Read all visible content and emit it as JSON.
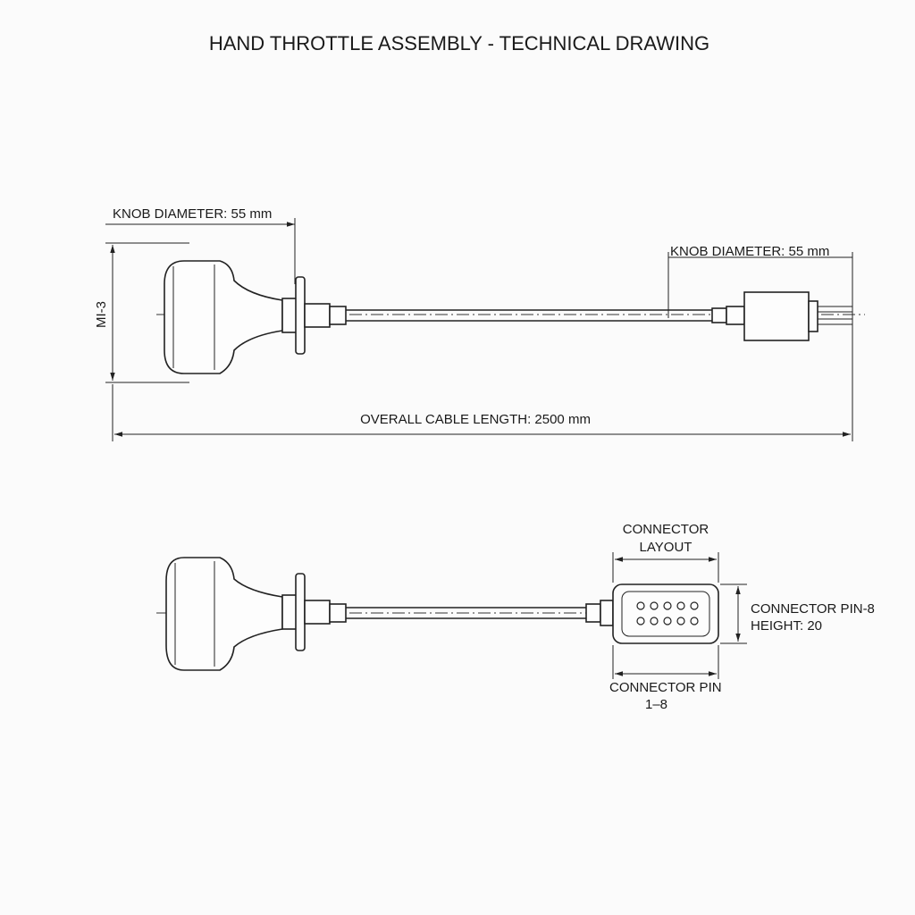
{
  "title": "HAND THROTTLE ASSEMBLY - TECHNICAL DRAWING",
  "top_view": {
    "knob_diameter_label_left": "KNOB DIAMETER: 55 mm",
    "knob_diameter_label_right": "KNOB DIAMETER: 55 mm",
    "height_label": "MI-3",
    "overall_length_label": "OVERALL CABLE LENGTH: 2500 mm"
  },
  "bottom_view": {
    "connector_layout_line1": "CONNECTOR",
    "connector_layout_line2": "LAYOUT",
    "connector_pin_line1": "CONNECTOR PIN-8",
    "connector_pin_line2": "HEIGHT: 20",
    "connector_bottom_line1": "CONNECTOR PIN",
    "connector_bottom_line2": "1–8",
    "pin_count": 10
  }
}
